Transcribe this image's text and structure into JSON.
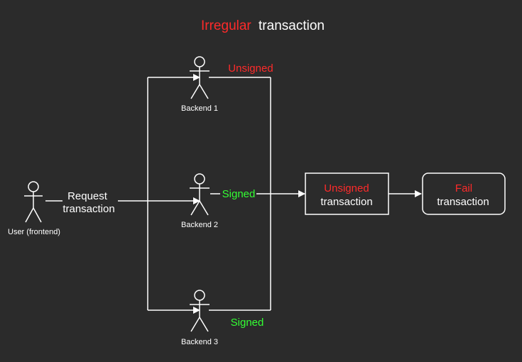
{
  "title": {
    "accent": "Irregular",
    "rest": "transaction"
  },
  "actors": {
    "user": "User (frontend)",
    "backend_1": "Backend 1",
    "backend_2": "Backend 2",
    "backend_3": "Backend 3"
  },
  "edge_labels": {
    "request_line_1": "Request",
    "request_line_2": "transaction",
    "backend_1_status": "Unsigned",
    "backend_2_status": "Signed",
    "backend_3_status": "Signed"
  },
  "boxes": {
    "unsigned_line_1": "Unsigned",
    "unsigned_line_2": "transaction",
    "fail_line_1": "Fail",
    "fail_line_2": "transaction"
  },
  "colors": {
    "background": "#2b2b2b",
    "stroke": "#ffffff",
    "red": "#ff2a2a",
    "green": "#33ff33",
    "text": "#ffffff"
  }
}
